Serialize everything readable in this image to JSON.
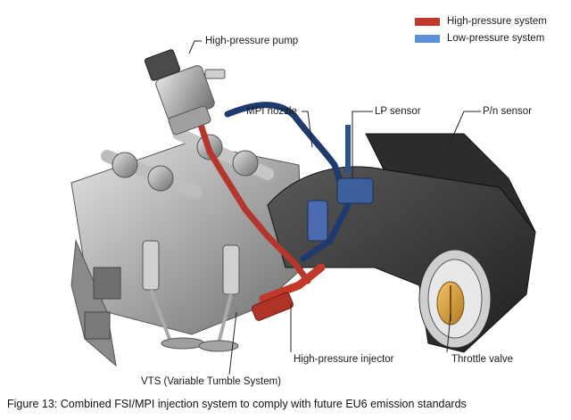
{
  "legend": {
    "high_pressure": {
      "label": "High-pressure system",
      "color": "#c0392b"
    },
    "low_pressure": {
      "label": "Low-pressure system",
      "color": "#5b8fd6"
    }
  },
  "labels": {
    "hp_pump": "High-pressure pump",
    "mpi_nozzle": "MPI nozzle",
    "lp_sensor": "LP sensor",
    "pn_sensor": "P/n sensor",
    "hp_injector": "High-pressure injector",
    "throttle_valve": "Throttle valve",
    "vts": "VTS (Variable Tumble System)"
  },
  "caption": "Figure 13:  Combined FSI/MPI injection system to comply with future EU6 emission standards"
}
